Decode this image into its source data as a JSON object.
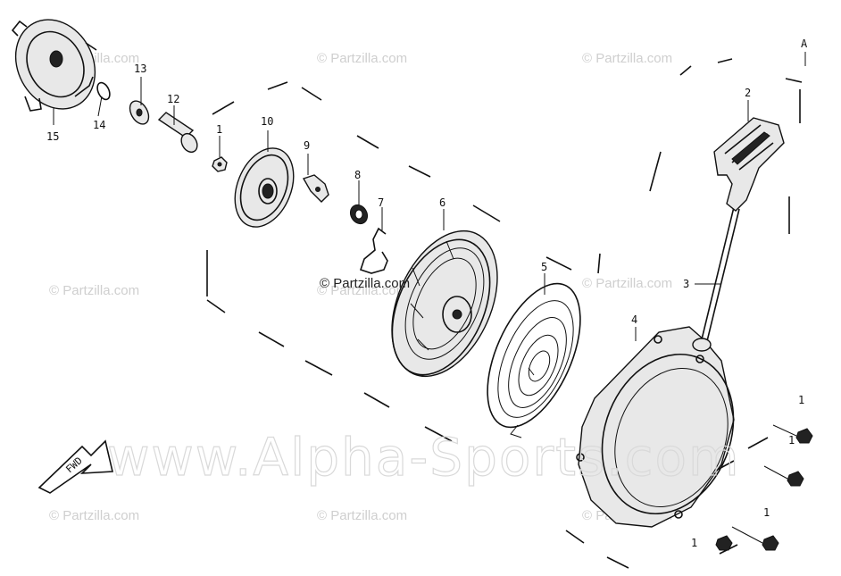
{
  "watermarks": {
    "small": [
      "© Partzilla.com",
      "© Partzilla.com",
      "© Partzilla.com",
      "© Partzilla.com",
      "© Partzilla.com",
      "© Partzilla.com",
      "© Partzilla.com",
      "© Partzilla.com",
      "© Partzilla.com"
    ],
    "center": "© Partzilla.com",
    "large": "www.Alpha-Sports.com"
  },
  "callouts": {
    "p1a": "1",
    "p1b": "1",
    "p1c": "1",
    "p1d": "1",
    "p1e": "1",
    "p2": "2",
    "p3": "3",
    "p4": "4",
    "p5": "5",
    "p6": "6",
    "p7": "7",
    "p8": "8",
    "p9": "9",
    "p10": "10",
    "p12": "12",
    "p13": "13",
    "p14": "14",
    "p15": "15"
  },
  "ref_mark": "A",
  "fwd_label": "FWD"
}
